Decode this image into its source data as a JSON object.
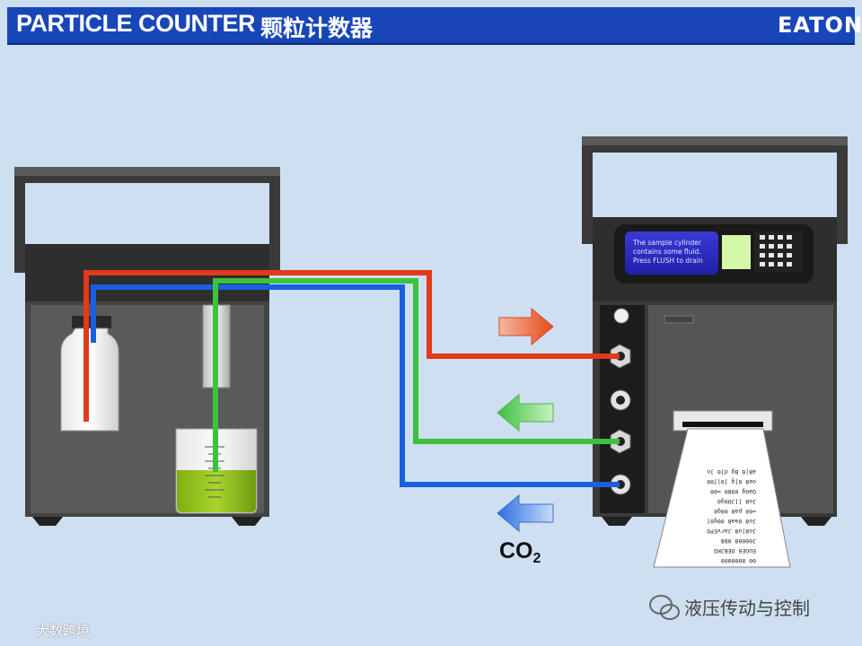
{
  "header": {
    "title_en": "PARTICLE COUNTER",
    "title_cn": "颗粒计数器",
    "brand": "EATON"
  },
  "instrument_display": {
    "lines": [
      "The sample cylinder",
      "contains some fluid.",
      "Press FLUSH to drain"
    ]
  },
  "printout": {
    "lines": [
      "00 8000000",
      "EUGE0 OEBJKO",
      "J00008 088",
      "Jo8]o8 JarvEPO",
      "Jo8 0aa8 00g0]",
      "=00 pa8 00g0",
      "Jo8 ][JO0g0",
      "Oa0g 0980 =00",
      "oe8 0]g ]0|]00",
      "a8|0 Bg d]0 ]o"
    ]
  },
  "labels": {
    "gas": "CO",
    "gas_subscript": "2"
  },
  "colors": {
    "header": "#1846b8",
    "line_red": "#e23a1a",
    "line_green": "#3cc23c",
    "line_blue": "#1a5fe0",
    "fluid": "#8fbf1a",
    "display": "#2f2fc8"
  },
  "watermarks": {
    "right": "液压传动与控制",
    "left": "大数跨境"
  }
}
